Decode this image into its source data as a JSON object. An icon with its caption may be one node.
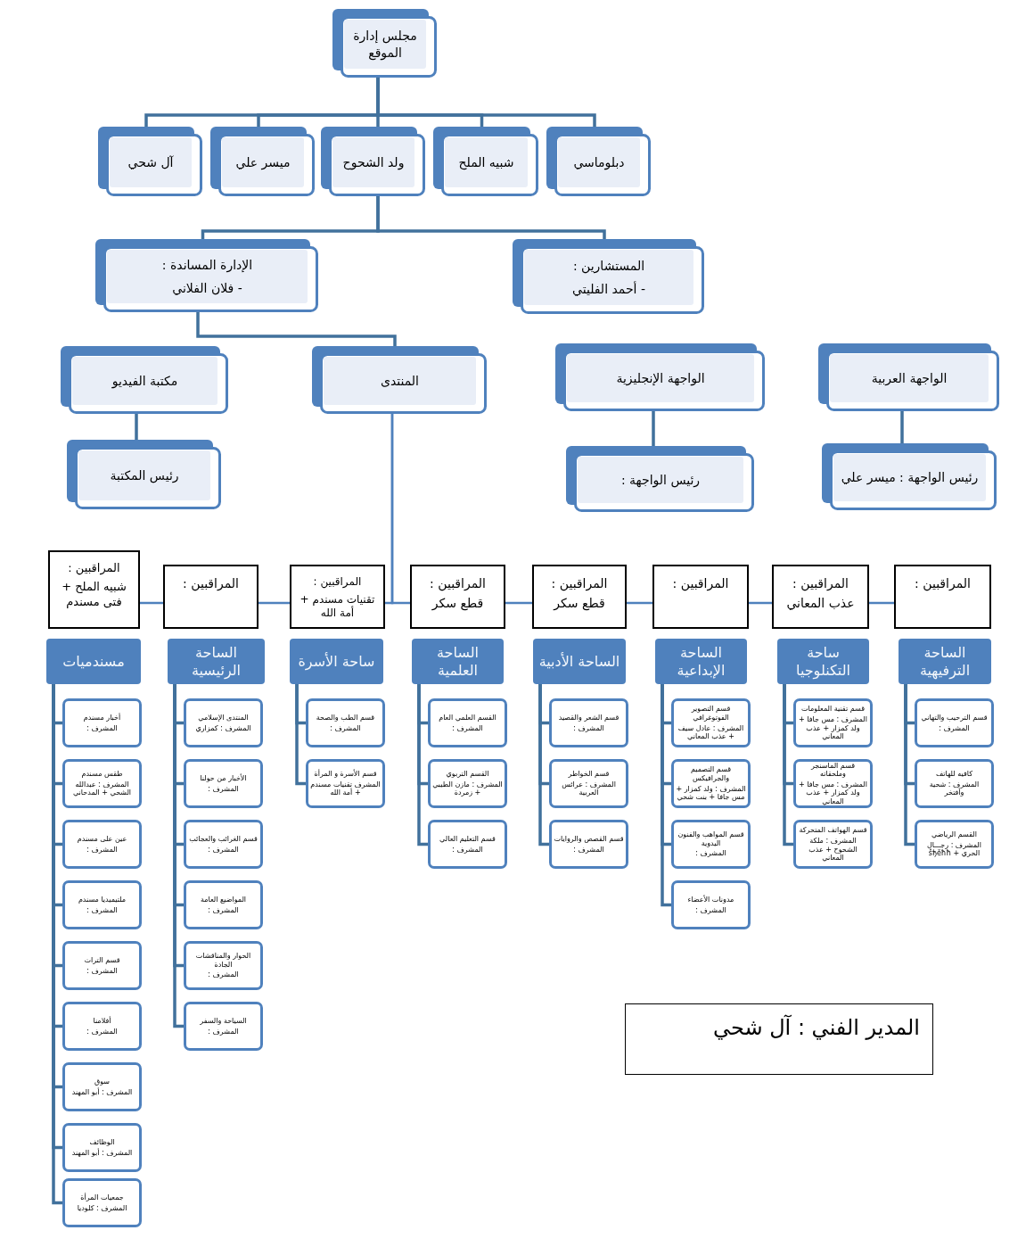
{
  "diagram": {
    "nodes": [
      {
        "text": [
          "مجلس إدارة الموقع"
        ]
      },
      {
        "text": [
          "دبلوماسي"
        ]
      },
      {
        "text": [
          "شبيه الملح"
        ]
      },
      {
        "text": [
          "ولد الشحوح"
        ]
      },
      {
        "text": [
          "ميسر علي"
        ]
      },
      {
        "text": [
          "آل شحي"
        ]
      },
      {
        "text": [
          "المستشارين :",
          "- أحمد الفليتي"
        ]
      },
      {
        "text": [
          "الإدارة المساندة :",
          "- فلان الفلاني"
        ]
      },
      {
        "text": [
          "الواجهة العربية"
        ]
      },
      {
        "text": [
          "الواجهة الإنجليزية"
        ]
      },
      {
        "text": [
          "المنتدى"
        ]
      },
      {
        "text": [
          "مكتبة الفيديو"
        ]
      },
      {
        "text": [
          "رئيس الواجهة : ميسر علي"
        ]
      },
      {
        "text": [
          "رئيس الواجهة :"
        ]
      },
      {
        "text": [
          "رئيس المكتبة"
        ]
      },
      {
        "text": [
          "المراقبين :"
        ]
      },
      {
        "text": [
          "المراقبين :",
          "عذب المعاني"
        ]
      },
      {
        "text": [
          "المراقبين :"
        ]
      },
      {
        "text": [
          "المراقبين :",
          "قطع سكر"
        ]
      },
      {
        "text": [
          "المراقبين :",
          "قطع سكر"
        ]
      },
      {
        "text": [
          "المراقبين :",
          "تقنيات مسندم + أمة الله"
        ]
      },
      {
        "text": [
          "المراقبين :"
        ]
      },
      {
        "text": [
          "المراقبين :",
          "شبيه الملح + فتى مسندم"
        ]
      },
      {
        "text": [
          "الساحة الترفيهية"
        ]
      },
      {
        "text": [
          "قسم الترحيب والتهاني",
          "المشرف :"
        ]
      },
      {
        "text": [
          "كافيه للهاتف",
          "المشرف : شحية وأفتخر"
        ]
      },
      {
        "text": [
          "القسم الرياضي",
          "المشرف : رجـــال الحري + šђěħħ"
        ]
      },
      {
        "text": [
          "ساحة التكنلوجيا"
        ]
      },
      {
        "text": [
          "قسم تقنية المعلومات",
          "المشرف : مس جافا + ولد كمزار + عذب المعاني"
        ]
      },
      {
        "text": [
          "قسم الماسنجر وملحقاته",
          "المشرف : مس جافا + ولد كمزار + عذب المعاني"
        ]
      },
      {
        "text": [
          "قسم الهواتف المتحركة",
          "المشرف : ملكة الشحوح + عذب المعاني"
        ]
      },
      {
        "text": [
          "الساحة الإبداعية"
        ]
      },
      {
        "text": [
          "قسم التصوير الفوتوغرافي",
          "المشرف : عادل سيف + عذب المعاني"
        ]
      },
      {
        "text": [
          "قسم التصميم والجرافيكس",
          "المشرف : ولد كمزار + مس جافا + بنت شحي"
        ]
      },
      {
        "text": [
          "قسم المواهب والفنون اليدوية",
          "المشرف :"
        ]
      },
      {
        "text": [
          "مدونات الأعضاء",
          "المشرف :"
        ]
      },
      {
        "text": [
          "الساحة الأدبية"
        ]
      },
      {
        "text": [
          "قسم الشعر والقصيد",
          "المشرف :"
        ]
      },
      {
        "text": [
          "قسم الخواطر",
          "المشرف : عرائس العربية"
        ]
      },
      {
        "text": [
          "قسم القصص والروايات",
          "المشرف :"
        ]
      },
      {
        "text": [
          "الساحة العلمية"
        ]
      },
      {
        "text": [
          "القسم العلمي العام",
          "المشرف :"
        ]
      },
      {
        "text": [
          "القسم التربوي",
          "المشرف : مازن الطيبي + زمردة"
        ]
      },
      {
        "text": [
          "قسم التعليم العالي",
          "المشرف :"
        ]
      },
      {
        "text": [
          "ساحة الأسرة"
        ]
      },
      {
        "text": [
          "قسم الطب والصحة",
          "المشرف :"
        ]
      },
      {
        "text": [
          "قسم الأسرة و المرأة",
          "المشرف تقنيات مسندم + أمة الله"
        ]
      },
      {
        "text": [
          "الساحة الرئيسية"
        ]
      },
      {
        "text": [
          "المنتدى الإسلامي",
          "المشرف : كمزاري"
        ]
      },
      {
        "text": [
          "الأخبار من حولنا",
          "المشرف :"
        ]
      },
      {
        "text": [
          "قسم الغرائب والعجائب",
          "المشرف :"
        ]
      },
      {
        "text": [
          "المواضيع العامة",
          "المشرف :"
        ]
      },
      {
        "text": [
          "الحوار والمناقشات الجادة",
          "المشرف :"
        ]
      },
      {
        "text": [
          "السياحة والسفر",
          "المشرف :"
        ]
      },
      {
        "text": [
          "مسندميات"
        ]
      },
      {
        "text": [
          "أخبار مسندم",
          "المشرف :"
        ]
      },
      {
        "text": [
          "طقس مسندم",
          "المشرف : عبدالله الشحي + المدحاني"
        ]
      },
      {
        "text": [
          "عين على مسندم",
          "المشرف :"
        ]
      },
      {
        "text": [
          "ملتيميديا مسندم",
          "المشرف :"
        ]
      },
      {
        "text": [
          "قسم التراث",
          "المشرف :"
        ]
      },
      {
        "text": [
          "أفلامنا",
          "المشرف :"
        ]
      },
      {
        "text": [
          "سوق",
          "المشرف : أبو المهند"
        ]
      },
      {
        "text": [
          "الوظائف",
          "المشرف : أبو المهند"
        ]
      },
      {
        "text": [
          "جمعيات المرأة",
          "المشرف : كلوديا"
        ]
      },
      {
        "text": [
          "المدير الفني : آل شحي"
        ]
      }
    ],
    "edges": [
      {
        "from": 0,
        "to": 1,
        "arrow": "none"
      },
      {
        "from": 0,
        "to": 2,
        "arrow": "none"
      },
      {
        "from": 0,
        "to": 3,
        "arrow": "none"
      },
      {
        "from": 0,
        "to": 4,
        "arrow": "none"
      },
      {
        "from": 0,
        "to": 5,
        "arrow": "none"
      },
      {
        "from": 3,
        "to": 6,
        "arrow": "none"
      },
      {
        "from": 3,
        "to": 7,
        "arrow": "none"
      },
      {
        "from": 7,
        "to": 10,
        "arrow": "none"
      },
      {
        "from": 8,
        "to": 12,
        "arrow": "none"
      },
      {
        "from": 9,
        "to": 13,
        "arrow": "none"
      },
      {
        "from": 11,
        "to": 14,
        "arrow": "none"
      },
      {
        "from": 10,
        "to": 19,
        "arrow": "none"
      },
      {
        "from": 10,
        "to": 20,
        "arrow": "none"
      },
      {
        "from": 19,
        "to": 18,
        "arrow": "none"
      },
      {
        "from": 18,
        "to": 17,
        "arrow": "none"
      },
      {
        "from": 17,
        "to": 16,
        "arrow": "none"
      },
      {
        "from": 16,
        "to": 15,
        "arrow": "none"
      },
      {
        "from": 20,
        "to": 21,
        "arrow": "none"
      },
      {
        "from": 21,
        "to": 22,
        "arrow": "none"
      },
      {
        "from": 23,
        "to": 24,
        "arrow": "none"
      },
      {
        "from": 23,
        "to": 25,
        "arrow": "none"
      },
      {
        "from": 23,
        "to": 26,
        "arrow": "none"
      },
      {
        "from": 27,
        "to": 28,
        "arrow": "none"
      },
      {
        "from": 27,
        "to": 29,
        "arrow": "none"
      },
      {
        "from": 27,
        "to": 30,
        "arrow": "none"
      },
      {
        "from": 31,
        "to": 32,
        "arrow": "none"
      },
      {
        "from": 31,
        "to": 33,
        "arrow": "none"
      },
      {
        "from": 31,
        "to": 34,
        "arrow": "none"
      },
      {
        "from": 31,
        "to": 35,
        "arrow": "none"
      },
      {
        "from": 36,
        "to": 37,
        "arrow": "none"
      },
      {
        "from": 36,
        "to": 38,
        "arrow": "none"
      },
      {
        "from": 36,
        "to": 39,
        "arrow": "none"
      },
      {
        "from": 40,
        "to": 41,
        "arrow": "none"
      },
      {
        "from": 40,
        "to": 42,
        "arrow": "none"
      },
      {
        "from": 40,
        "to": 43,
        "arrow": "none"
      },
      {
        "from": 44,
        "to": 45,
        "arrow": "none"
      },
      {
        "from": 44,
        "to": 46,
        "arrow": "none"
      },
      {
        "from": 47,
        "to": 48,
        "arrow": "none"
      },
      {
        "from": 47,
        "to": 49,
        "arrow": "none"
      },
      {
        "from": 47,
        "to": 50,
        "arrow": "none"
      },
      {
        "from": 47,
        "to": 51,
        "arrow": "none"
      },
      {
        "from": 47,
        "to": 52,
        "arrow": "none"
      },
      {
        "from": 47,
        "to": 53,
        "arrow": "none"
      },
      {
        "from": 54,
        "to": 55,
        "arrow": "none"
      },
      {
        "from": 54,
        "to": 56,
        "arrow": "none"
      },
      {
        "from": 54,
        "to": 57,
        "arrow": "none"
      },
      {
        "from": 54,
        "to": 58,
        "arrow": "none"
      },
      {
        "from": 54,
        "to": 59,
        "arrow": "none"
      },
      {
        "from": 54,
        "to": 60,
        "arrow": "none"
      },
      {
        "from": 54,
        "to": 61,
        "arrow": "none"
      },
      {
        "from": 54,
        "to": 62,
        "arrow": "none"
      },
      {
        "from": 54,
        "to": 63,
        "arrow": "none"
      }
    ]
  }
}
